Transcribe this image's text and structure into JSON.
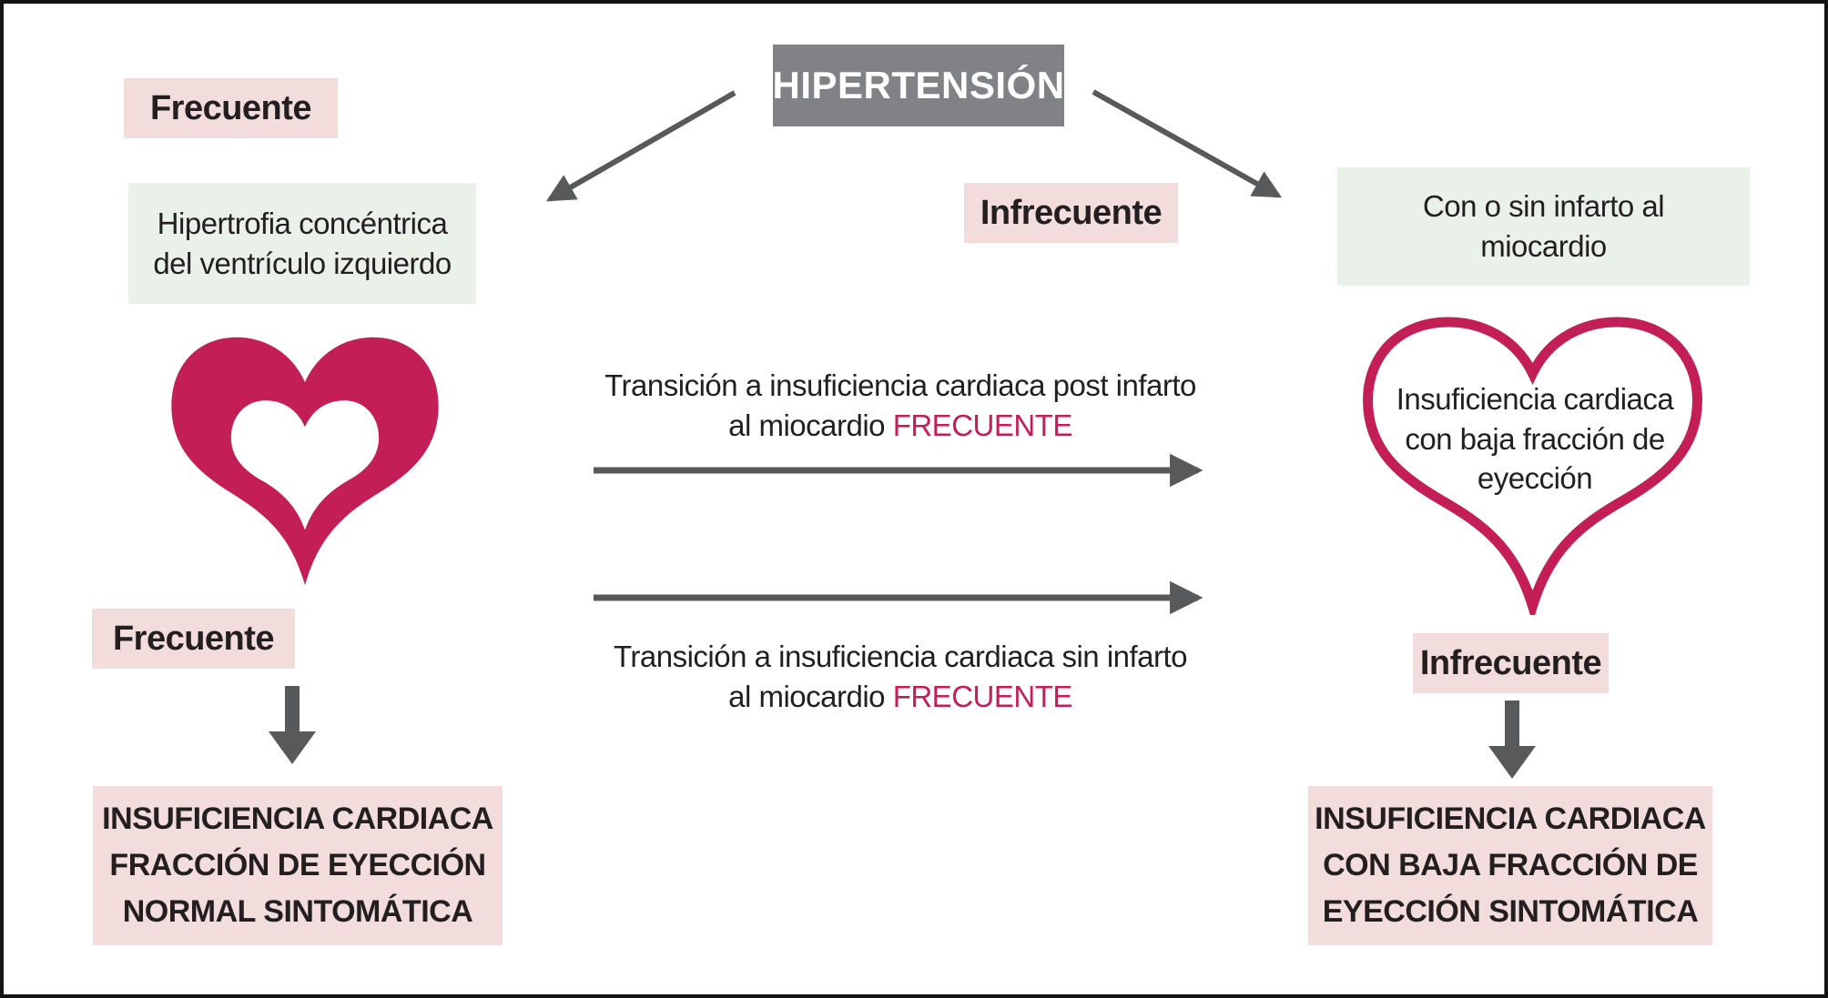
{
  "colors": {
    "pink_box": "#f2dcdc",
    "green_box": "#e9f1e8",
    "gray_box": "#808285",
    "arrow_gray": "#58595b",
    "crimson": "#c41e56",
    "text_dark": "#231f20"
  },
  "icons": {
    "left_heart": "solid-heart-icon",
    "right_heart": "outline-heart-icon",
    "arrows": [
      "diagonal-arrow-left",
      "diagonal-arrow-right",
      "horizontal-arrow-top",
      "horizontal-arrow-bottom",
      "down-arrow-left",
      "down-arrow-right"
    ]
  },
  "root": {
    "title": "HIPERTENSIÓN"
  },
  "left": {
    "frequency_top": "Frecuente",
    "condition_lines": [
      "Hipertrofia concéntrica",
      "del ventrículo izquierdo"
    ],
    "frequency_bottom": "Frecuente",
    "outcome_lines": [
      "INSUFICIENCIA CARDIACA",
      "FRACCIÓN DE EYECCIÓN",
      "NORMAL SINTOMÁTICA"
    ]
  },
  "center": {
    "transitions": [
      {
        "line1": "Transición a insuficiencia cardiaca post infarto",
        "line2_prefix": "al miocardio ",
        "line2_highlight": "FRECUENTE"
      },
      {
        "line1": "Transición a insuficiencia cardiaca sin infarto",
        "line2_prefix": "al miocardio ",
        "line2_highlight": "FRECUENTE"
      }
    ]
  },
  "right": {
    "frequency_top": "Infrecuente",
    "condition_lines": [
      "Con o sin infarto al",
      "miocardio"
    ],
    "heart_label_lines": [
      "Insuficiencia cardiaca",
      "con baja fracción de",
      "eyección"
    ],
    "frequency_bottom": "Infrecuente",
    "outcome_lines": [
      "INSUFICIENCIA CARDIACA",
      "CON BAJA FRACCIÓN DE",
      "EYECCIÓN SINTOMÁTICA"
    ]
  }
}
